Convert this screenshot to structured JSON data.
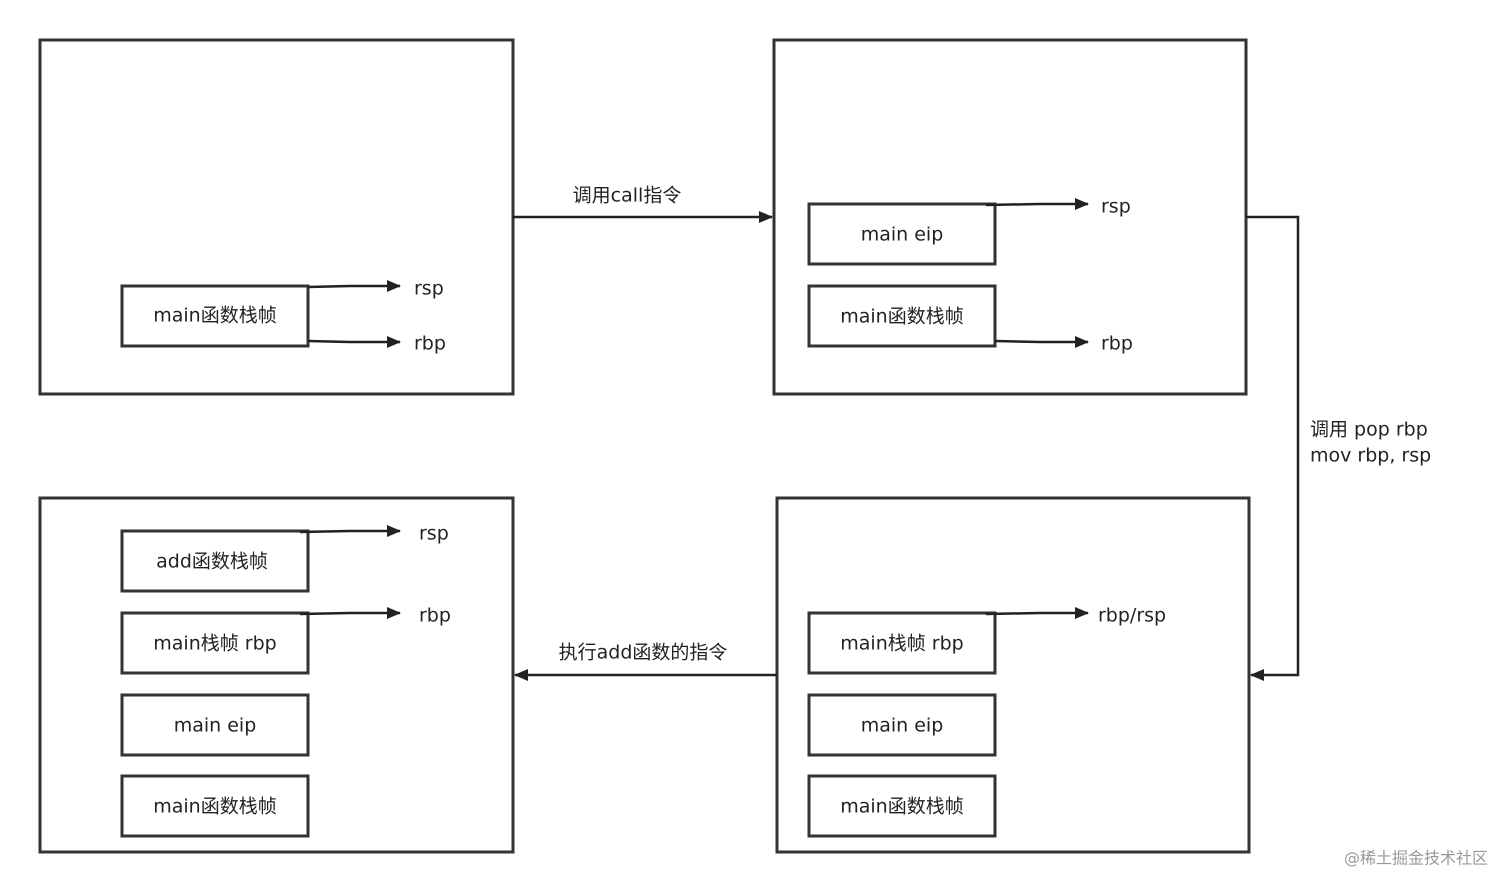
{
  "colors": {
    "stroke": "#333333",
    "text": "#222222",
    "watermark": "#999999",
    "background": "#ffffff"
  },
  "frames": [
    {
      "id": "frame-1",
      "blocks": [
        {
          "label": "main函数栈帧"
        }
      ],
      "pointers": [
        {
          "label": "rsp",
          "block": 0,
          "edge": "top"
        },
        {
          "label": "rbp",
          "block": 0,
          "edge": "bottom"
        }
      ]
    },
    {
      "id": "frame-2",
      "blocks": [
        {
          "label": "main eip"
        },
        {
          "label": "main函数栈帧"
        }
      ],
      "pointers": [
        {
          "label": "rsp",
          "block": 0,
          "edge": "top"
        },
        {
          "label": "rbp",
          "block": 1,
          "edge": "bottom"
        }
      ]
    },
    {
      "id": "frame-3",
      "blocks": [
        {
          "label": "add函数栈帧"
        },
        {
          "label": "main栈帧 rbp"
        },
        {
          "label": "main eip"
        },
        {
          "label": "main函数栈帧"
        }
      ],
      "pointers": [
        {
          "label": "rsp",
          "block": 0,
          "edge": "top"
        },
        {
          "label": "rbp",
          "block": 1,
          "edge": "top"
        }
      ]
    },
    {
      "id": "frame-4",
      "blocks": [
        {
          "label": "main栈帧 rbp"
        },
        {
          "label": "main eip"
        },
        {
          "label": "main函数栈帧"
        }
      ],
      "pointers": [
        {
          "label": "rbp/rsp",
          "block": 0,
          "edge": "top"
        }
      ]
    }
  ],
  "connectors": [
    {
      "id": "call",
      "label_lines": [
        "调用call指令"
      ]
    },
    {
      "id": "pop",
      "label_lines": [
        "调用 pop rbp",
        "mov rbp, rsp"
      ]
    },
    {
      "id": "exec",
      "label_lines": [
        "执行add函数的指令"
      ]
    }
  ],
  "watermark": "@稀土掘金技术社区"
}
